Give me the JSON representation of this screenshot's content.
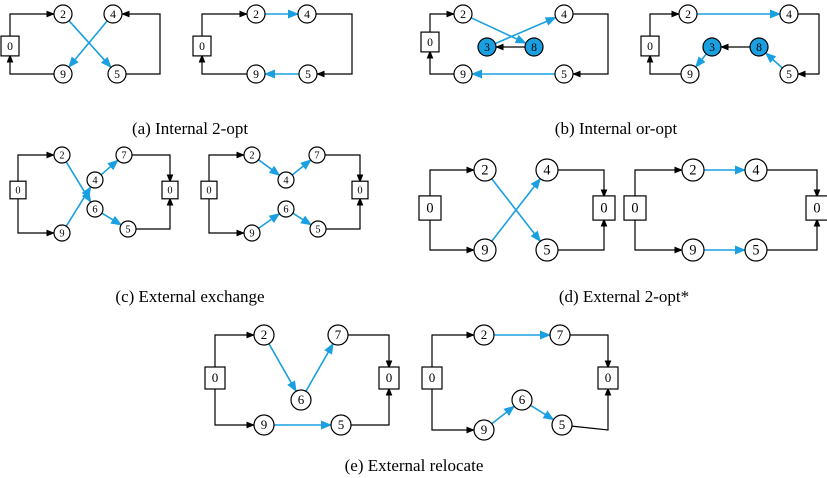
{
  "captions": {
    "a": "(a) Internal 2-opt",
    "b": "(b) Internal or-opt",
    "c": "(c) External exchange",
    "d": "(d) External 2-opt*",
    "e": "(e) External relocate"
  },
  "colors": {
    "edge_black": "#000000",
    "edge_blue": "#1aa0e0",
    "node_fill_highlight": "#1aa0e0",
    "node_fill_default": "#ffffff"
  },
  "panels": [
    {
      "id": "a-left",
      "nodes": [
        {
          "id": "0",
          "label": "0",
          "shape": "square"
        },
        {
          "id": "2",
          "label": "2",
          "shape": "circle"
        },
        {
          "id": "4",
          "label": "4",
          "shape": "circle"
        },
        {
          "id": "5",
          "label": "5",
          "shape": "circle"
        },
        {
          "id": "9",
          "label": "9",
          "shape": "circle"
        }
      ],
      "edges": [
        {
          "from": "0",
          "to": "2",
          "color": "black"
        },
        {
          "from": "2",
          "to": "5",
          "color": "blue"
        },
        {
          "from": "5",
          "to": "4",
          "color": "black"
        },
        {
          "from": "4",
          "to": "9",
          "color": "blue"
        },
        {
          "from": "9",
          "to": "0",
          "color": "black"
        }
      ]
    },
    {
      "id": "a-right",
      "nodes": [
        {
          "id": "0",
          "label": "0",
          "shape": "square"
        },
        {
          "id": "2",
          "label": "2",
          "shape": "circle"
        },
        {
          "id": "4",
          "label": "4",
          "shape": "circle"
        },
        {
          "id": "5",
          "label": "5",
          "shape": "circle"
        },
        {
          "id": "9",
          "label": "9",
          "shape": "circle"
        }
      ],
      "edges": [
        {
          "from": "0",
          "to": "2",
          "color": "black"
        },
        {
          "from": "2",
          "to": "4",
          "color": "blue"
        },
        {
          "from": "4",
          "to": "5",
          "color": "black"
        },
        {
          "from": "5",
          "to": "9",
          "color": "blue"
        },
        {
          "from": "9",
          "to": "0",
          "color": "black"
        }
      ]
    },
    {
      "id": "b-left",
      "nodes": [
        {
          "id": "0",
          "label": "0",
          "shape": "square"
        },
        {
          "id": "2",
          "label": "2",
          "shape": "circle"
        },
        {
          "id": "4",
          "label": "4",
          "shape": "circle"
        },
        {
          "id": "3",
          "label": "3",
          "shape": "circle",
          "highlight": true
        },
        {
          "id": "8",
          "label": "8",
          "shape": "circle",
          "highlight": true
        },
        {
          "id": "5",
          "label": "5",
          "shape": "circle"
        },
        {
          "id": "9",
          "label": "9",
          "shape": "circle"
        }
      ],
      "edges": [
        {
          "from": "0",
          "to": "2",
          "color": "black"
        },
        {
          "from": "2",
          "to": "8",
          "color": "blue"
        },
        {
          "from": "8",
          "to": "3",
          "color": "black"
        },
        {
          "from": "3",
          "to": "4",
          "color": "blue"
        },
        {
          "from": "4",
          "to": "5",
          "color": "black"
        },
        {
          "from": "5",
          "to": "9",
          "color": "blue"
        },
        {
          "from": "9",
          "to": "0",
          "color": "black"
        }
      ]
    },
    {
      "id": "b-right",
      "nodes": [
        {
          "id": "0",
          "label": "0",
          "shape": "square"
        },
        {
          "id": "2",
          "label": "2",
          "shape": "circle"
        },
        {
          "id": "4",
          "label": "4",
          "shape": "circle"
        },
        {
          "id": "3",
          "label": "3",
          "shape": "circle",
          "highlight": true
        },
        {
          "id": "8",
          "label": "8",
          "shape": "circle",
          "highlight": true
        },
        {
          "id": "5",
          "label": "5",
          "shape": "circle"
        },
        {
          "id": "9",
          "label": "9",
          "shape": "circle"
        }
      ],
      "edges": [
        {
          "from": "0",
          "to": "2",
          "color": "black"
        },
        {
          "from": "2",
          "to": "4",
          "color": "blue"
        },
        {
          "from": "4",
          "to": "5",
          "color": "black"
        },
        {
          "from": "5",
          "to": "8",
          "color": "blue"
        },
        {
          "from": "8",
          "to": "3",
          "color": "black"
        },
        {
          "from": "3",
          "to": "9",
          "color": "blue"
        },
        {
          "from": "9",
          "to": "0",
          "color": "black"
        }
      ]
    },
    {
      "id": "c-left",
      "nodes": [
        {
          "id": "0L",
          "label": "0",
          "shape": "square"
        },
        {
          "id": "2",
          "label": "2",
          "shape": "circle"
        },
        {
          "id": "9",
          "label": "9",
          "shape": "circle"
        },
        {
          "id": "4",
          "label": "4",
          "shape": "circle"
        },
        {
          "id": "6",
          "label": "6",
          "shape": "circle"
        },
        {
          "id": "7",
          "label": "7",
          "shape": "circle"
        },
        {
          "id": "5",
          "label": "5",
          "shape": "circle"
        },
        {
          "id": "0R",
          "label": "0",
          "shape": "square"
        }
      ],
      "edges": [
        {
          "from": "0L",
          "to": "2",
          "color": "black"
        },
        {
          "from": "0L",
          "to": "9",
          "color": "black"
        },
        {
          "from": "2",
          "to": "6",
          "color": "blue"
        },
        {
          "from": "6",
          "to": "5",
          "color": "blue"
        },
        {
          "from": "9",
          "to": "4",
          "color": "blue"
        },
        {
          "from": "4",
          "to": "7",
          "color": "blue"
        },
        {
          "from": "7",
          "to": "0R",
          "color": "black"
        },
        {
          "from": "5",
          "to": "0R",
          "color": "black"
        }
      ]
    },
    {
      "id": "c-right",
      "nodes": [
        {
          "id": "0L",
          "label": "0",
          "shape": "square"
        },
        {
          "id": "2",
          "label": "2",
          "shape": "circle"
        },
        {
          "id": "9",
          "label": "9",
          "shape": "circle"
        },
        {
          "id": "4",
          "label": "4",
          "shape": "circle"
        },
        {
          "id": "6",
          "label": "6",
          "shape": "circle"
        },
        {
          "id": "7",
          "label": "7",
          "shape": "circle"
        },
        {
          "id": "5",
          "label": "5",
          "shape": "circle"
        },
        {
          "id": "0R",
          "label": "0",
          "shape": "square"
        }
      ],
      "edges": [
        {
          "from": "0L",
          "to": "2",
          "color": "black"
        },
        {
          "from": "0L",
          "to": "9",
          "color": "black"
        },
        {
          "from": "2",
          "to": "4",
          "color": "blue"
        },
        {
          "from": "4",
          "to": "7",
          "color": "blue"
        },
        {
          "from": "9",
          "to": "6",
          "color": "blue"
        },
        {
          "from": "6",
          "to": "5",
          "color": "blue"
        },
        {
          "from": "7",
          "to": "0R",
          "color": "black"
        },
        {
          "from": "5",
          "to": "0R",
          "color": "black"
        }
      ]
    },
    {
      "id": "d-left",
      "nodes": [
        {
          "id": "0L",
          "label": "0",
          "shape": "square"
        },
        {
          "id": "2",
          "label": "2",
          "shape": "circle"
        },
        {
          "id": "9",
          "label": "9",
          "shape": "circle"
        },
        {
          "id": "4",
          "label": "4",
          "shape": "circle"
        },
        {
          "id": "5",
          "label": "5",
          "shape": "circle"
        },
        {
          "id": "0R",
          "label": "0",
          "shape": "square"
        }
      ],
      "edges": [
        {
          "from": "0L",
          "to": "2",
          "color": "black"
        },
        {
          "from": "0L",
          "to": "9",
          "color": "black"
        },
        {
          "from": "2",
          "to": "5",
          "color": "blue"
        },
        {
          "from": "9",
          "to": "4",
          "color": "blue"
        },
        {
          "from": "4",
          "to": "0R",
          "color": "black"
        },
        {
          "from": "5",
          "to": "0R",
          "color": "black"
        }
      ]
    },
    {
      "id": "d-right",
      "nodes": [
        {
          "id": "0L",
          "label": "0",
          "shape": "square"
        },
        {
          "id": "2",
          "label": "2",
          "shape": "circle"
        },
        {
          "id": "9",
          "label": "9",
          "shape": "circle"
        },
        {
          "id": "4",
          "label": "4",
          "shape": "circle"
        },
        {
          "id": "5",
          "label": "5",
          "shape": "circle"
        },
        {
          "id": "0R",
          "label": "0",
          "shape": "square"
        }
      ],
      "edges": [
        {
          "from": "0L",
          "to": "2",
          "color": "black"
        },
        {
          "from": "0L",
          "to": "9",
          "color": "black"
        },
        {
          "from": "2",
          "to": "4",
          "color": "blue"
        },
        {
          "from": "9",
          "to": "5",
          "color": "blue"
        },
        {
          "from": "4",
          "to": "0R",
          "color": "black"
        },
        {
          "from": "5",
          "to": "0R",
          "color": "black"
        }
      ]
    },
    {
      "id": "e-left",
      "nodes": [
        {
          "id": "0L",
          "label": "0",
          "shape": "square"
        },
        {
          "id": "2",
          "label": "2",
          "shape": "circle"
        },
        {
          "id": "9",
          "label": "9",
          "shape": "circle"
        },
        {
          "id": "6",
          "label": "6",
          "shape": "circle"
        },
        {
          "id": "7",
          "label": "7",
          "shape": "circle"
        },
        {
          "id": "5",
          "label": "5",
          "shape": "circle"
        },
        {
          "id": "0R",
          "label": "0",
          "shape": "square"
        }
      ],
      "edges": [
        {
          "from": "0L",
          "to": "2",
          "color": "black"
        },
        {
          "from": "0L",
          "to": "9",
          "color": "black"
        },
        {
          "from": "2",
          "to": "6",
          "color": "blue"
        },
        {
          "from": "6",
          "to": "7",
          "color": "blue"
        },
        {
          "from": "9",
          "to": "5",
          "color": "blue"
        },
        {
          "from": "7",
          "to": "0R",
          "color": "black"
        },
        {
          "from": "5",
          "to": "0R",
          "color": "black"
        }
      ]
    },
    {
      "id": "e-right",
      "nodes": [
        {
          "id": "0L",
          "label": "0",
          "shape": "square"
        },
        {
          "id": "2",
          "label": "2",
          "shape": "circle"
        },
        {
          "id": "9",
          "label": "9",
          "shape": "circle"
        },
        {
          "id": "6",
          "label": "6",
          "shape": "circle"
        },
        {
          "id": "7",
          "label": "7",
          "shape": "circle"
        },
        {
          "id": "5",
          "label": "5",
          "shape": "circle"
        },
        {
          "id": "0R",
          "label": "0",
          "shape": "square"
        }
      ],
      "edges": [
        {
          "from": "0L",
          "to": "2",
          "color": "black"
        },
        {
          "from": "0L",
          "to": "9",
          "color": "black"
        },
        {
          "from": "2",
          "to": "7",
          "color": "blue"
        },
        {
          "from": "9",
          "to": "6",
          "color": "blue"
        },
        {
          "from": "6",
          "to": "5",
          "color": "blue"
        },
        {
          "from": "7",
          "to": "0R",
          "color": "black"
        },
        {
          "from": "5",
          "to": "0R",
          "color": "black"
        }
      ]
    }
  ]
}
